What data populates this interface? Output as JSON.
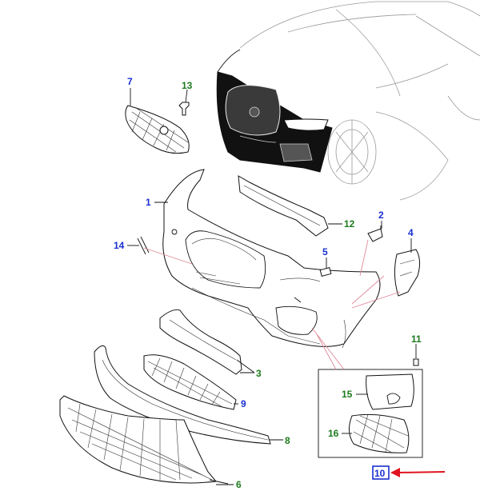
{
  "callouts": [
    {
      "id": "c1",
      "label": "1",
      "color": "blue"
    },
    {
      "id": "c2",
      "label": "2",
      "color": "blue"
    },
    {
      "id": "c3",
      "label": "3",
      "color": "green"
    },
    {
      "id": "c4",
      "label": "4",
      "color": "blue"
    },
    {
      "id": "c5",
      "label": "5",
      "color": "blue"
    },
    {
      "id": "c6",
      "label": "6",
      "color": "green"
    },
    {
      "id": "c7",
      "label": "7",
      "color": "blue"
    },
    {
      "id": "c8",
      "label": "8",
      "color": "green"
    },
    {
      "id": "c9",
      "label": "9",
      "color": "blue"
    },
    {
      "id": "c10",
      "label": "10",
      "color": "blue",
      "highlighted": true
    },
    {
      "id": "c11",
      "label": "11",
      "color": "green"
    },
    {
      "id": "c12",
      "label": "12",
      "color": "green"
    },
    {
      "id": "c13",
      "label": "13",
      "color": "green"
    },
    {
      "id": "c14",
      "label": "14",
      "color": "blue"
    },
    {
      "id": "c15",
      "label": "15",
      "color": "green"
    },
    {
      "id": "c16",
      "label": "16",
      "color": "green"
    }
  ],
  "colors": {
    "blue_label": "#1a2fd0",
    "green_label": "#1d7a1d",
    "highlight_arrow": "#e0141e",
    "linework": "#111111",
    "reference_lines": "#e08a9a"
  }
}
